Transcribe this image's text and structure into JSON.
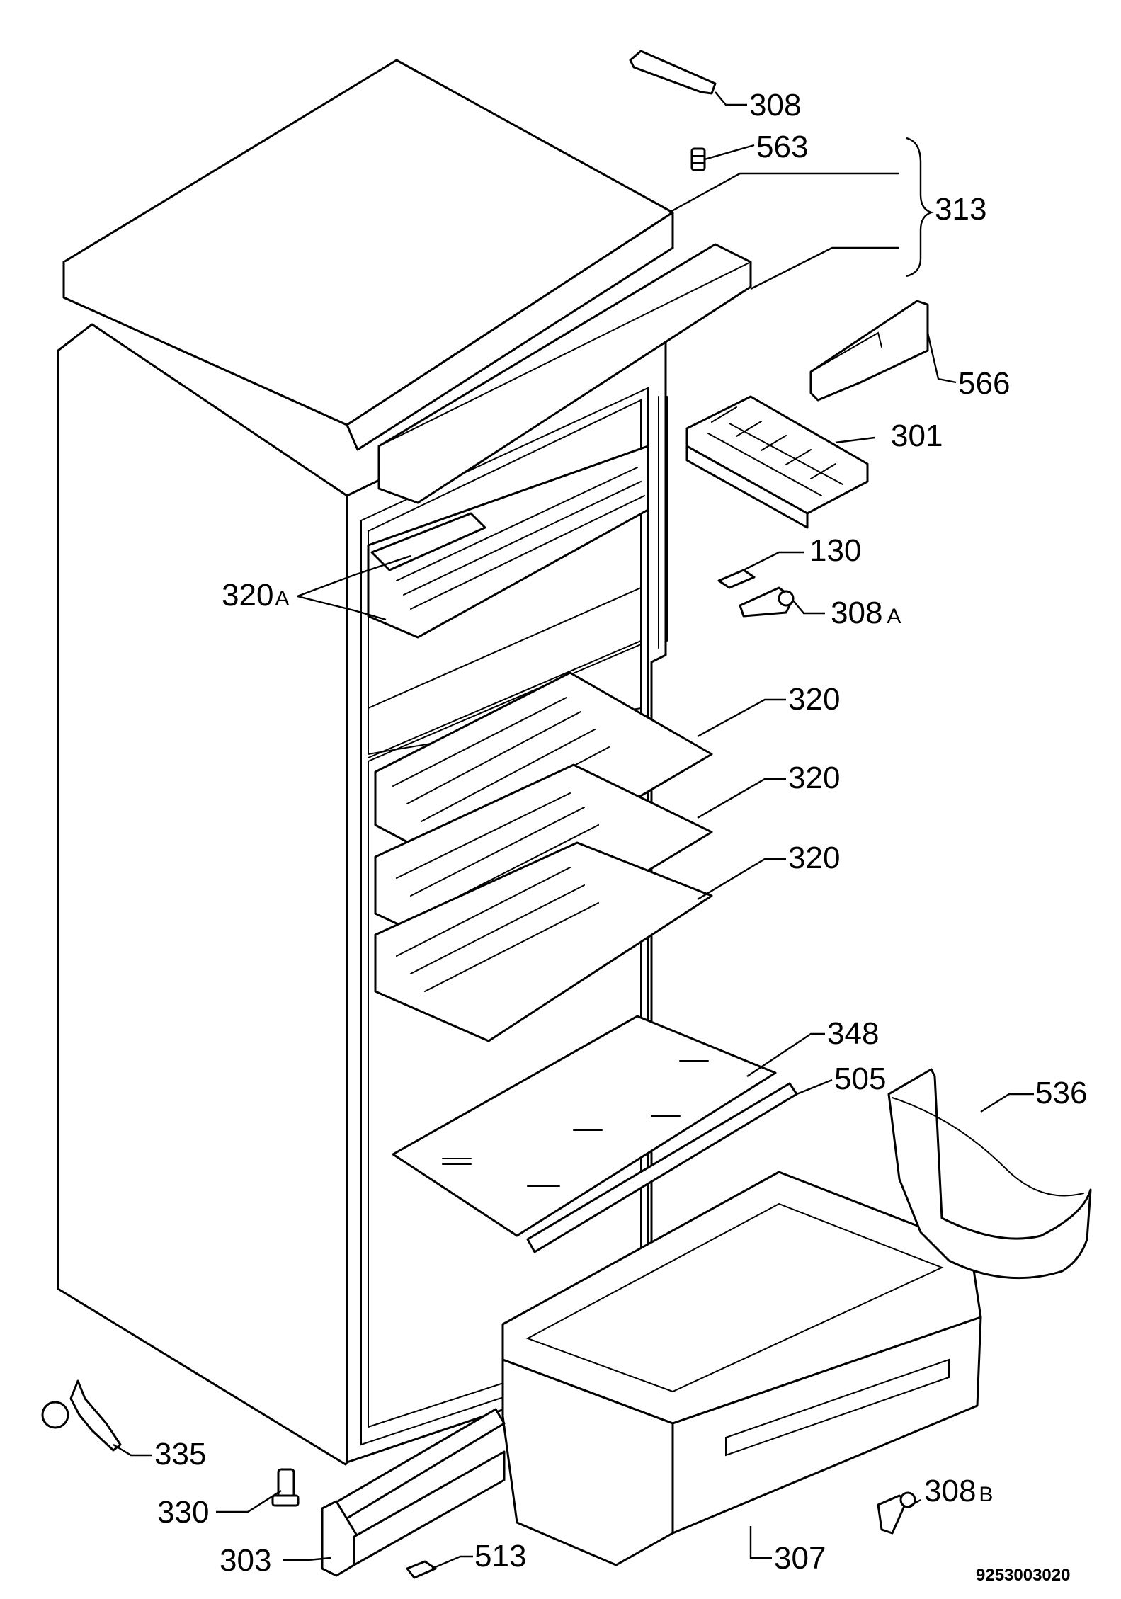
{
  "diagram": {
    "document_code": "9253003020",
    "callouts": [
      {
        "id": "c308",
        "number": "308",
        "suffix": ""
      },
      {
        "id": "c563",
        "number": "563",
        "suffix": ""
      },
      {
        "id": "c313",
        "number": "313",
        "suffix": ""
      },
      {
        "id": "c566",
        "number": "566",
        "suffix": ""
      },
      {
        "id": "c301",
        "number": "301",
        "suffix": ""
      },
      {
        "id": "c130",
        "number": "130",
        "suffix": ""
      },
      {
        "id": "c308a",
        "number": "308",
        "suffix": "A"
      },
      {
        "id": "c320a",
        "number": "320",
        "suffix": "A"
      },
      {
        "id": "c320_1",
        "number": "320",
        "suffix": ""
      },
      {
        "id": "c320_2",
        "number": "320",
        "suffix": ""
      },
      {
        "id": "c320_3",
        "number": "320",
        "suffix": ""
      },
      {
        "id": "c348",
        "number": "348",
        "suffix": ""
      },
      {
        "id": "c505",
        "number": "505",
        "suffix": ""
      },
      {
        "id": "c536",
        "number": "536",
        "suffix": ""
      },
      {
        "id": "c335",
        "number": "335",
        "suffix": ""
      },
      {
        "id": "c308b",
        "number": "308",
        "suffix": "B"
      },
      {
        "id": "c330",
        "number": "330",
        "suffix": ""
      },
      {
        "id": "c303",
        "number": "303",
        "suffix": ""
      },
      {
        "id": "c513",
        "number": "513",
        "suffix": ""
      },
      {
        "id": "c307",
        "number": "307",
        "suffix": ""
      }
    ]
  }
}
